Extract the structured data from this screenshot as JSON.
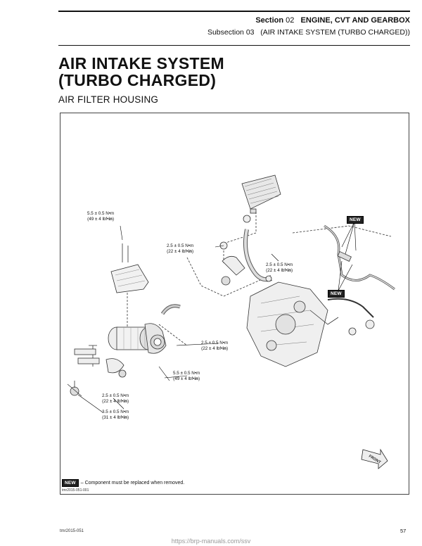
{
  "header": {
    "section_label": "Section",
    "section_num": "02",
    "section_title": "ENGINE, CVT AND GEARBOX",
    "subsection_label": "Subsection",
    "subsection_num": "03",
    "subsection_title": "(AIR INTAKE SYSTEM (TURBO CHARGED))"
  },
  "title": {
    "line1": "AIR INTAKE SYSTEM",
    "line2": "(TURBO CHARGED)"
  },
  "subtitle": "AIR FILTER HOUSING",
  "figure": {
    "torques": [
      {
        "nm": "5.5 ± 0.5 N•m",
        "lbf_prefix": "(49 ± 4 lbf•",
        "lbf_unit": "in",
        "lbf_suffix": ")"
      },
      {
        "nm": "2.5 ± 0.5 N•m",
        "lbf_prefix": "(22 ± 4 lbf•",
        "lbf_unit": "in",
        "lbf_suffix": ")"
      },
      {
        "nm": "2.5 ± 0.5 N•m",
        "lbf_prefix": "(22 ± 4 lbf•",
        "lbf_unit": "in",
        "lbf_suffix": ")"
      },
      {
        "nm": "2.5 ± 0.5 N•m",
        "lbf_prefix": "(22 ± 4 lbf•",
        "lbf_unit": "in",
        "lbf_suffix": ")"
      },
      {
        "nm": "5.5 ± 0.5 N•m",
        "lbf_prefix": "(49 ± 4 lbf•",
        "lbf_unit": "in",
        "lbf_suffix": ")"
      },
      {
        "nm": "2.5 ± 0.5 N•m",
        "lbf_prefix": "(22 ± 4 lbf•",
        "lbf_unit": "in",
        "lbf_suffix": ")"
      },
      {
        "nm": "3.5 ± 0.5 N•m",
        "lbf_prefix": "(31 ± 4 lbf•",
        "lbf_unit": "in",
        "lbf_suffix": ")"
      }
    ],
    "new_tag": "NEW",
    "legend_text": "– Component must be replaced when removed.",
    "figure_id": "tmr2015-051-001"
  },
  "footer": {
    "doc_code": "tmr2015-051",
    "page_number": "57",
    "url": "https://brp-manuals.com/ssv"
  }
}
